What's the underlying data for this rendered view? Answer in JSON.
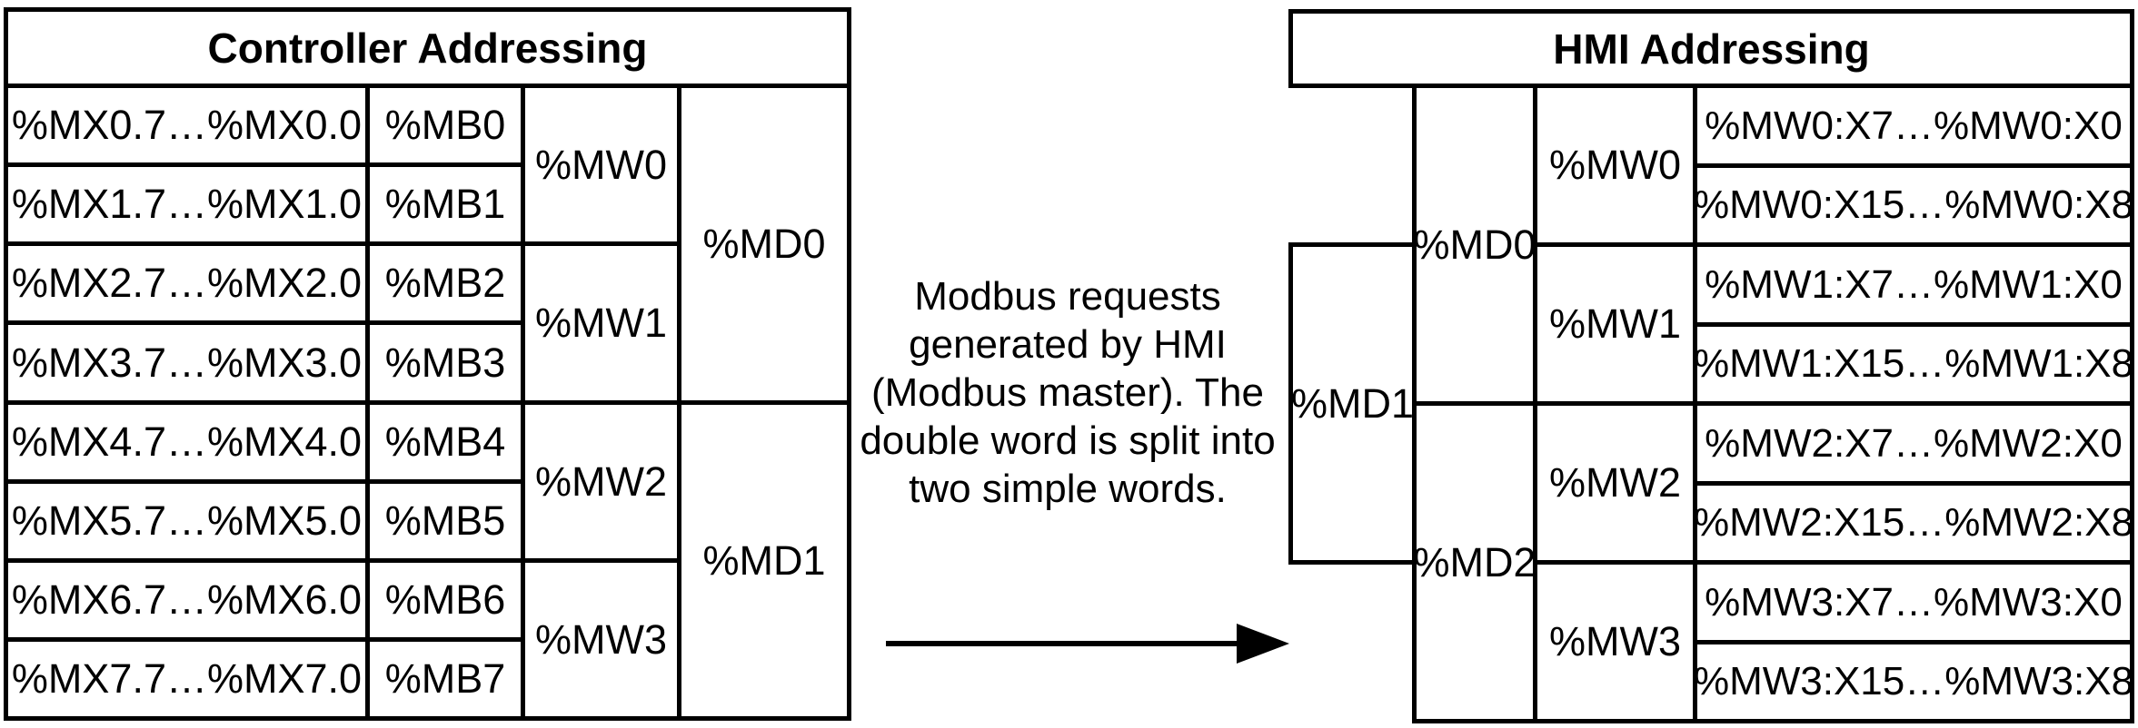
{
  "controller_table": {
    "title": "Controller Addressing",
    "bit_rows": [
      "%MX0.7…%MX0.0",
      "%MX1.7…%MX1.0",
      "%MX2.7…%MX2.0",
      "%MX3.7…%MX3.0",
      "%MX4.7…%MX4.0",
      "%MX5.7…%MX5.0",
      "%MX6.7…%MX6.0",
      "%MX7.7…%MX7.0"
    ],
    "byte_cells": [
      "%MB0",
      "%MB1",
      "%MB2",
      "%MB3",
      "%MB4",
      "%MB5",
      "%MB6",
      "%MB7"
    ],
    "word_cells": [
      "%MW0",
      "%MW1",
      "%MW2",
      "%MW3"
    ],
    "dword_cells": [
      "%MD0",
      "%MD1"
    ]
  },
  "note": {
    "text": "Modbus requests\ngenerated by HMI\n(Modbus master). The\ndouble word is split into\ntwo simple words."
  },
  "arrow": {
    "direction": "right"
  },
  "hmi_table": {
    "title": "HMI Addressing",
    "overlap_dword_cell": "%MD1",
    "dword_cells": [
      "%MD0",
      "%MD2"
    ],
    "word_cells": [
      "%MW0",
      "%MW1",
      "%MW2",
      "%MW3"
    ],
    "bit_rows": [
      "%MW0:X7…%MW0:X0",
      "%MW0:X15…%MW0:X8",
      "%MW1:X7…%MW1:X0",
      "%MW1:X15…%MW1:X8",
      "%MW2:X7…%MW2:X0",
      "%MW2:X15…%MW2:X8",
      "%MW3:X7…%MW3:X0",
      "%MW3:X15…%MW3:X8"
    ]
  },
  "colors": {
    "border": "#000000",
    "background": "#ffffff",
    "text": "#000000"
  }
}
